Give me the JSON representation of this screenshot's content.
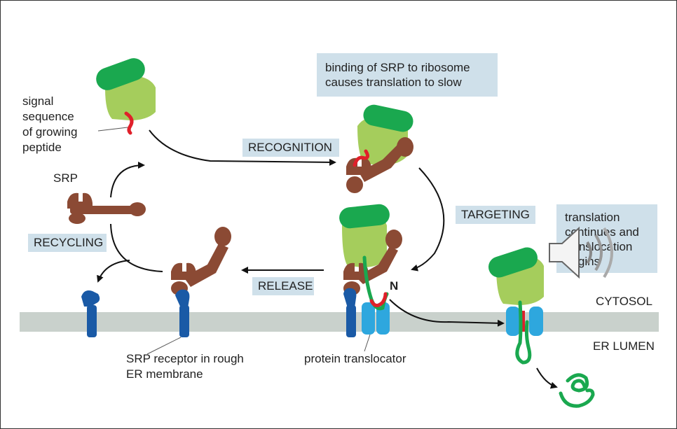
{
  "labels": {
    "signal": [
      "signal",
      "sequence",
      "of growing",
      "peptide"
    ],
    "srp": "SRP",
    "recognition": "RECOGNITION",
    "targeting": "TARGETING",
    "recycling": "RECYCLING",
    "release": "RELEASE",
    "binding_note": [
      "binding of SRP to ribosome",
      "causes translation to slow"
    ],
    "translation_note": [
      "translation",
      "continues and",
      "translocation",
      "begins"
    ],
    "n_terminus": "N",
    "cytosol": "CYTOSOL",
    "er_lumen": "ER LUMEN",
    "srp_receptor": [
      "SRP receptor in rough",
      "ER membrane"
    ],
    "protein_translocator": "protein translocator"
  },
  "icons": {
    "speaker": "speaker-icon"
  },
  "colors": {
    "ribosome_large": "#a5cd5c",
    "ribosome_small": "#1aa84f",
    "srp": "#8b4a34",
    "receptor": "#1a5aa6",
    "translocator": "#2ea7de",
    "signal_peptide": "#e0202a",
    "peptide_chain": "#1aa84f",
    "membrane": "#c9d1cc",
    "label_box": "#cfe0ea"
  }
}
